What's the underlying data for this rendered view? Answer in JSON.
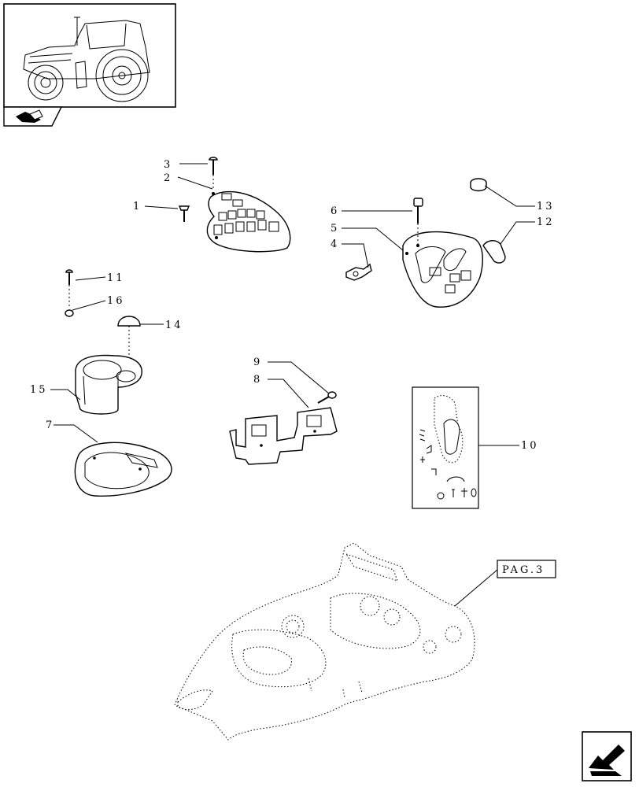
{
  "callouts": {
    "c1": "1",
    "c2": "2",
    "c3": "3",
    "c4": "4",
    "c5": "5",
    "c6": "6",
    "c7": "7",
    "c8": "8",
    "c9": "9",
    "c10": "10",
    "c11": "11",
    "c12": "12",
    "c13": "13",
    "c14": "14",
    "c15": "15",
    "c16": "16"
  },
  "page_reference": "PAG.3",
  "icons": {
    "thumbnail": "tractor-thumbnail-icon",
    "section": "section-tab-icon",
    "next": "next-page-arrow-icon"
  }
}
